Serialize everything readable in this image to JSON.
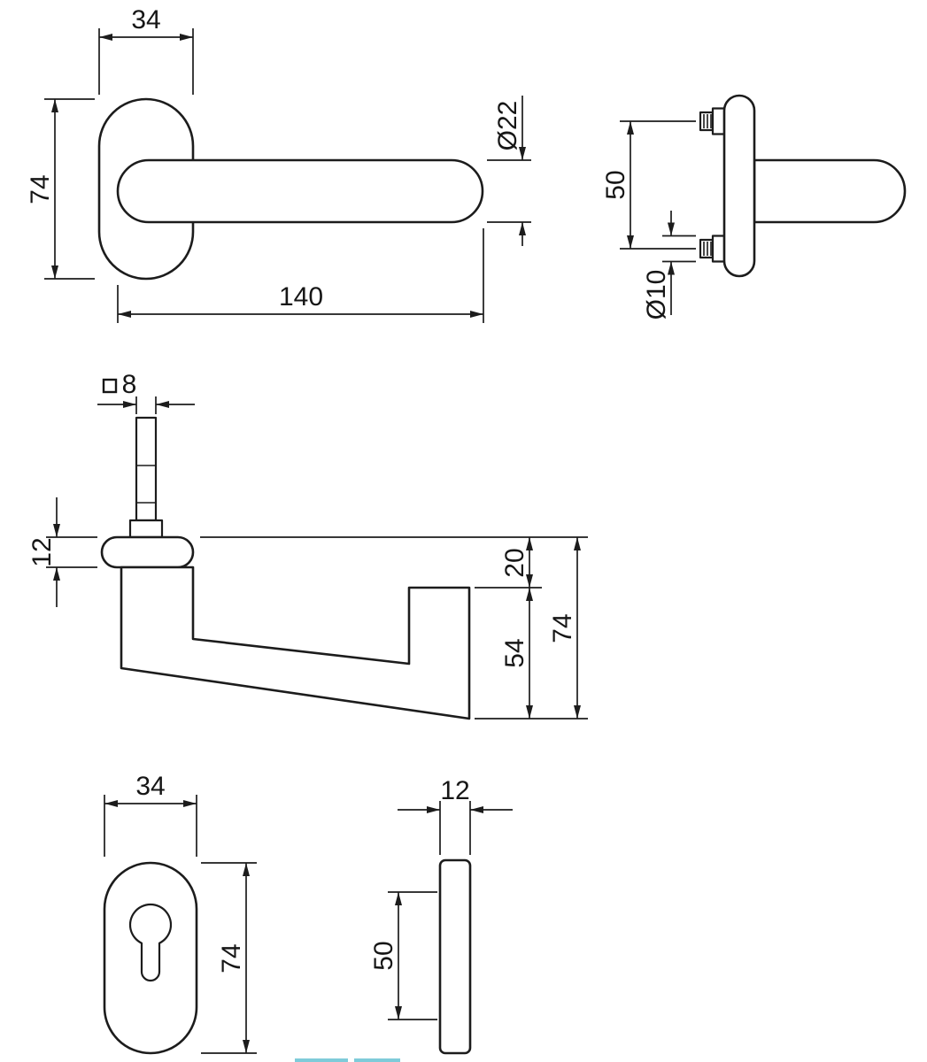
{
  "views": {
    "handle_front": {
      "rose_width": "34",
      "rose_height": "74",
      "lever_length": "140",
      "lever_diameter": "Ø22"
    },
    "handle_side": {
      "screw_spacing": "50",
      "screw_diameter": "Ø10"
    },
    "handle_profile": {
      "spindle_square": "8",
      "rose_thickness": "12",
      "neck_offset": "20",
      "grip_depth": "54",
      "total_depth": "74"
    },
    "escutcheon_front": {
      "width": "34",
      "height": "74"
    },
    "escutcheon_side": {
      "thickness": "12",
      "hole_spacing": "50"
    }
  }
}
